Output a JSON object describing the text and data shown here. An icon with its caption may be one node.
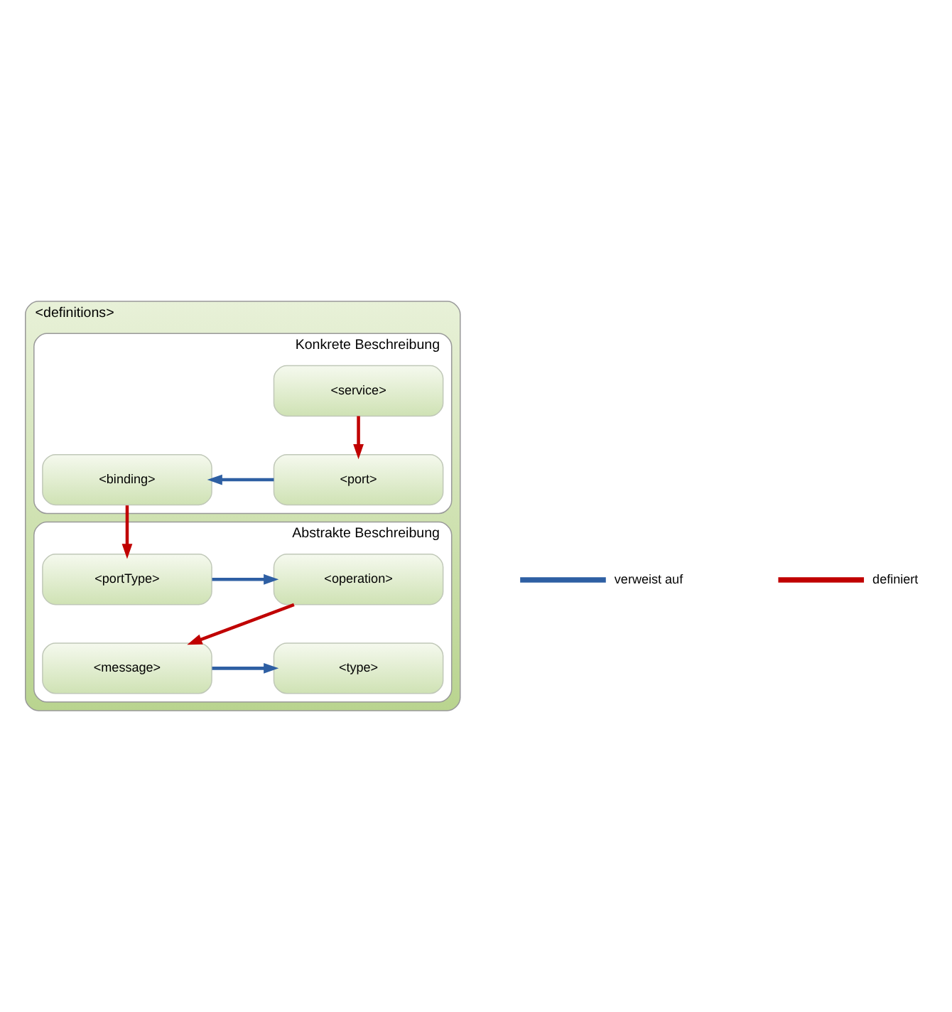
{
  "diagram": {
    "nodes": [
      {
        "text": [
          "<definitions>"
        ]
      },
      {
        "text": [
          "Abstrakte Beschreibung"
        ],
        "in": 0
      },
      {
        "text": [
          "<type>"
        ],
        "in": 1
      },
      {
        "text": [
          "<message>"
        ],
        "in": 1
      },
      {
        "text": [
          "<portType>"
        ],
        "in": 1
      },
      {
        "text": [
          "<operation>"
        ],
        "in": 1
      },
      {
        "text": [
          "Konkrete Beschreibung"
        ],
        "in": 0
      },
      {
        "text": [
          "<binding>"
        ],
        "in": 6
      },
      {
        "text": [
          "<port>"
        ],
        "in": 6
      },
      {
        "text": [
          "<service>"
        ],
        "in": 6
      }
    ],
    "edges": [
      {
        "from": 3,
        "to": 2,
        "arrow": "to",
        "color": "#2e5fa3"
      },
      {
        "from": 4,
        "to": 5,
        "arrow": "to",
        "color": "#2e5fa3"
      },
      {
        "from": 5,
        "to": 3,
        "arrow": "to",
        "color": "#c00000"
      },
      {
        "from": 7,
        "to": 4,
        "arrow": "to",
        "color": "#c00000"
      },
      {
        "from": 8,
        "to": 7,
        "arrow": "to",
        "color": "#2e5fa3"
      },
      {
        "from": 9,
        "to": 8,
        "arrow": "to",
        "color": "#c00000"
      }
    ],
    "legend": [
      {
        "text": "verweist auf",
        "color": "#2e5fa3"
      },
      {
        "text": "definiert",
        "color": "#c00000"
      }
    ]
  }
}
